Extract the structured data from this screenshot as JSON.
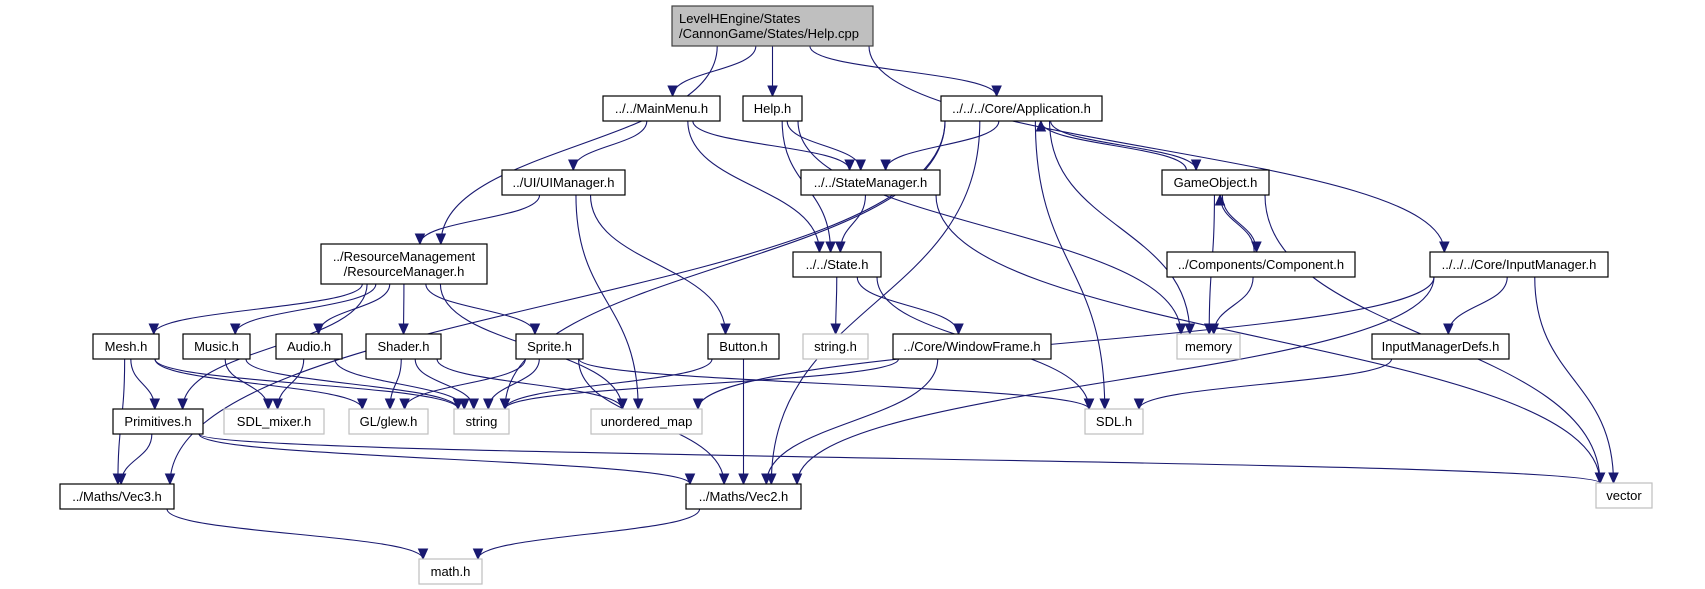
{
  "title": "Include dependency graph for Help.cpp",
  "colors": {
    "edge": "#191970",
    "root_fill": "#bfbfbf",
    "node_border": "#000000",
    "external_border": "#bfbfbf"
  },
  "nodes": [
    {
      "id": "root",
      "lines": [
        "LevelHEngine/States",
        "/CannonGame/States/Help.cpp"
      ],
      "kind": "root"
    },
    {
      "id": "mainmenu",
      "lines": [
        "../../MainMenu.h"
      ],
      "kind": "internal"
    },
    {
      "id": "helph",
      "lines": [
        "Help.h"
      ],
      "kind": "internal"
    },
    {
      "id": "application",
      "lines": [
        "../../../Core/Application.h"
      ],
      "kind": "internal"
    },
    {
      "id": "uimanager",
      "lines": [
        "../UI/UIManager.h"
      ],
      "kind": "internal"
    },
    {
      "id": "statemanager",
      "lines": [
        "../../StateManager.h"
      ],
      "kind": "internal"
    },
    {
      "id": "gameobject",
      "lines": [
        "GameObject.h"
      ],
      "kind": "internal"
    },
    {
      "id": "resourcemanager",
      "lines": [
        "../ResourceManagement",
        "/ResourceManager.h"
      ],
      "kind": "internal"
    },
    {
      "id": "state",
      "lines": [
        "../../State.h"
      ],
      "kind": "internal"
    },
    {
      "id": "component",
      "lines": [
        "../Components/Component.h"
      ],
      "kind": "internal"
    },
    {
      "id": "inputmanager",
      "lines": [
        "../../../Core/InputManager.h"
      ],
      "kind": "internal"
    },
    {
      "id": "mesh",
      "lines": [
        "Mesh.h"
      ],
      "kind": "internal"
    },
    {
      "id": "music",
      "lines": [
        "Music.h"
      ],
      "kind": "internal"
    },
    {
      "id": "audio",
      "lines": [
        "Audio.h"
      ],
      "kind": "internal"
    },
    {
      "id": "shader",
      "lines": [
        "Shader.h"
      ],
      "kind": "internal"
    },
    {
      "id": "sprite",
      "lines": [
        "Sprite.h"
      ],
      "kind": "internal"
    },
    {
      "id": "button",
      "lines": [
        "Button.h"
      ],
      "kind": "internal"
    },
    {
      "id": "stringh",
      "lines": [
        "string.h"
      ],
      "kind": "external"
    },
    {
      "id": "windowframe",
      "lines": [
        "../Core/WindowFrame.h"
      ],
      "kind": "internal"
    },
    {
      "id": "memory",
      "lines": [
        "memory"
      ],
      "kind": "external"
    },
    {
      "id": "inputmanagerdefs",
      "lines": [
        "InputManagerDefs.h"
      ],
      "kind": "internal"
    },
    {
      "id": "primitives",
      "lines": [
        "Primitives.h"
      ],
      "kind": "internal"
    },
    {
      "id": "sdlmixer",
      "lines": [
        "SDL_mixer.h"
      ],
      "kind": "external"
    },
    {
      "id": "glew",
      "lines": [
        "GL/glew.h"
      ],
      "kind": "external"
    },
    {
      "id": "string",
      "lines": [
        "string"
      ],
      "kind": "external"
    },
    {
      "id": "unorderedmap",
      "lines": [
        "unordered_map"
      ],
      "kind": "external"
    },
    {
      "id": "sdl",
      "lines": [
        "SDL.h"
      ],
      "kind": "external"
    },
    {
      "id": "vec3",
      "lines": [
        "../Maths/Vec3.h"
      ],
      "kind": "internal"
    },
    {
      "id": "vec2",
      "lines": [
        "../Maths/Vec2.h"
      ],
      "kind": "internal"
    },
    {
      "id": "vector",
      "lines": [
        "vector"
      ],
      "kind": "external"
    },
    {
      "id": "mathh",
      "lines": [
        "math.h"
      ],
      "kind": "external"
    }
  ],
  "edges": [
    [
      "root",
      "mainmenu"
    ],
    [
      "root",
      "helph"
    ],
    [
      "root",
      "application"
    ],
    [
      "root",
      "resourcemanager"
    ],
    [
      "root",
      "inputmanager"
    ],
    [
      "mainmenu",
      "uimanager"
    ],
    [
      "mainmenu",
      "statemanager"
    ],
    [
      "mainmenu",
      "state"
    ],
    [
      "helph",
      "statemanager"
    ],
    [
      "helph",
      "state"
    ],
    [
      "helph",
      "memory"
    ],
    [
      "application",
      "statemanager"
    ],
    [
      "application",
      "gameobject"
    ],
    [
      "application",
      "vec3"
    ],
    [
      "application",
      "string"
    ],
    [
      "application",
      "memory"
    ],
    [
      "application",
      "sdl"
    ],
    [
      "application",
      "vec2"
    ],
    [
      "gameobject",
      "application"
    ],
    [
      "gameobject",
      "component"
    ],
    [
      "gameobject",
      "memory"
    ],
    [
      "gameobject",
      "vector"
    ],
    [
      "component",
      "gameobject"
    ],
    [
      "component",
      "memory"
    ],
    [
      "uimanager",
      "resourcemanager"
    ],
    [
      "uimanager",
      "unorderedmap"
    ],
    [
      "uimanager",
      "button"
    ],
    [
      "statemanager",
      "state"
    ],
    [
      "statemanager",
      "vector"
    ],
    [
      "state",
      "stringh"
    ],
    [
      "state",
      "windowframe"
    ],
    [
      "state",
      "sdl"
    ],
    [
      "resourcemanager",
      "mesh"
    ],
    [
      "resourcemanager",
      "music"
    ],
    [
      "resourcemanager",
      "audio"
    ],
    [
      "resourcemanager",
      "shader"
    ],
    [
      "resourcemanager",
      "sprite"
    ],
    [
      "resourcemanager",
      "unorderedmap"
    ],
    [
      "resourcemanager",
      "primitives"
    ],
    [
      "mesh",
      "primitives"
    ],
    [
      "mesh",
      "vec3"
    ],
    [
      "mesh",
      "glew"
    ],
    [
      "mesh",
      "string"
    ],
    [
      "music",
      "sdlmixer"
    ],
    [
      "music",
      "string"
    ],
    [
      "audio",
      "sdlmixer"
    ],
    [
      "audio",
      "string"
    ],
    [
      "shader",
      "glew"
    ],
    [
      "shader",
      "string"
    ],
    [
      "shader",
      "unorderedmap"
    ],
    [
      "sprite",
      "glew"
    ],
    [
      "sprite",
      "string"
    ],
    [
      "sprite",
      "vec2"
    ],
    [
      "sprite",
      "sdl"
    ],
    [
      "button",
      "string"
    ],
    [
      "button",
      "vec2"
    ],
    [
      "windowframe",
      "string"
    ],
    [
      "windowframe",
      "vec2"
    ],
    [
      "inputmanager",
      "unorderedmap"
    ],
    [
      "inputmanager",
      "inputmanagerdefs"
    ],
    [
      "inputmanager",
      "vec2"
    ],
    [
      "inputmanager",
      "vector"
    ],
    [
      "inputmanagerdefs",
      "sdl"
    ],
    [
      "primitives",
      "vec3"
    ],
    [
      "primitives",
      "vec2"
    ],
    [
      "primitives",
      "vector"
    ],
    [
      "vec3",
      "mathh"
    ],
    [
      "vec2",
      "mathh"
    ]
  ]
}
